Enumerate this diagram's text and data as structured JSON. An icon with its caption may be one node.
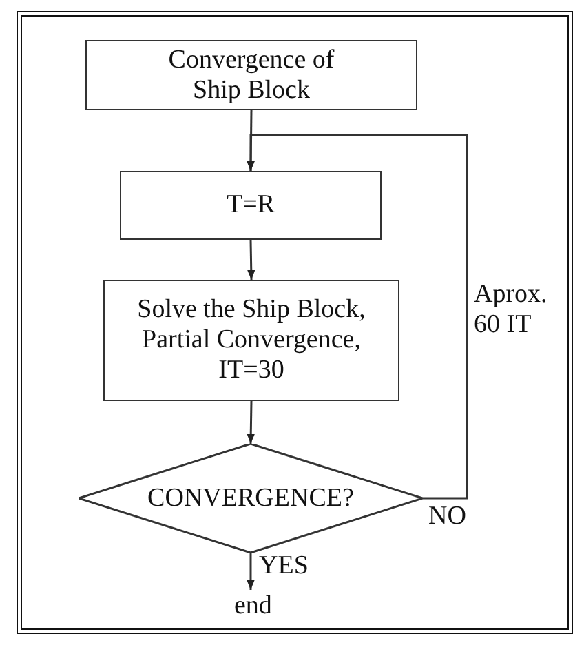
{
  "diagram": {
    "nodes": [
      {
        "text": [
          "Convergence of Ship Block"
        ]
      },
      {
        "text": [
          "T=R"
        ]
      },
      {
        "text": [
          "Solve the Ship Block, Partial Convergence, IT=30"
        ]
      },
      {
        "text": [
          "CONVERGENCE?"
        ]
      },
      {
        "text": [
          "end"
        ]
      }
    ],
    "edges": [
      {
        "from": 0,
        "to": 1,
        "arrow": "to"
      },
      {
        "from": 1,
        "to": 2,
        "arrow": "to"
      },
      {
        "from": 2,
        "to": 3,
        "arrow": "to"
      },
      {
        "from": 3,
        "to": 1,
        "arrow": "to",
        "label": "NO"
      },
      {
        "from": 3,
        "to": 4,
        "arrow": "to",
        "label": "YES"
      }
    ],
    "labels": [
      "Aprox. 60 IT"
    ]
  }
}
